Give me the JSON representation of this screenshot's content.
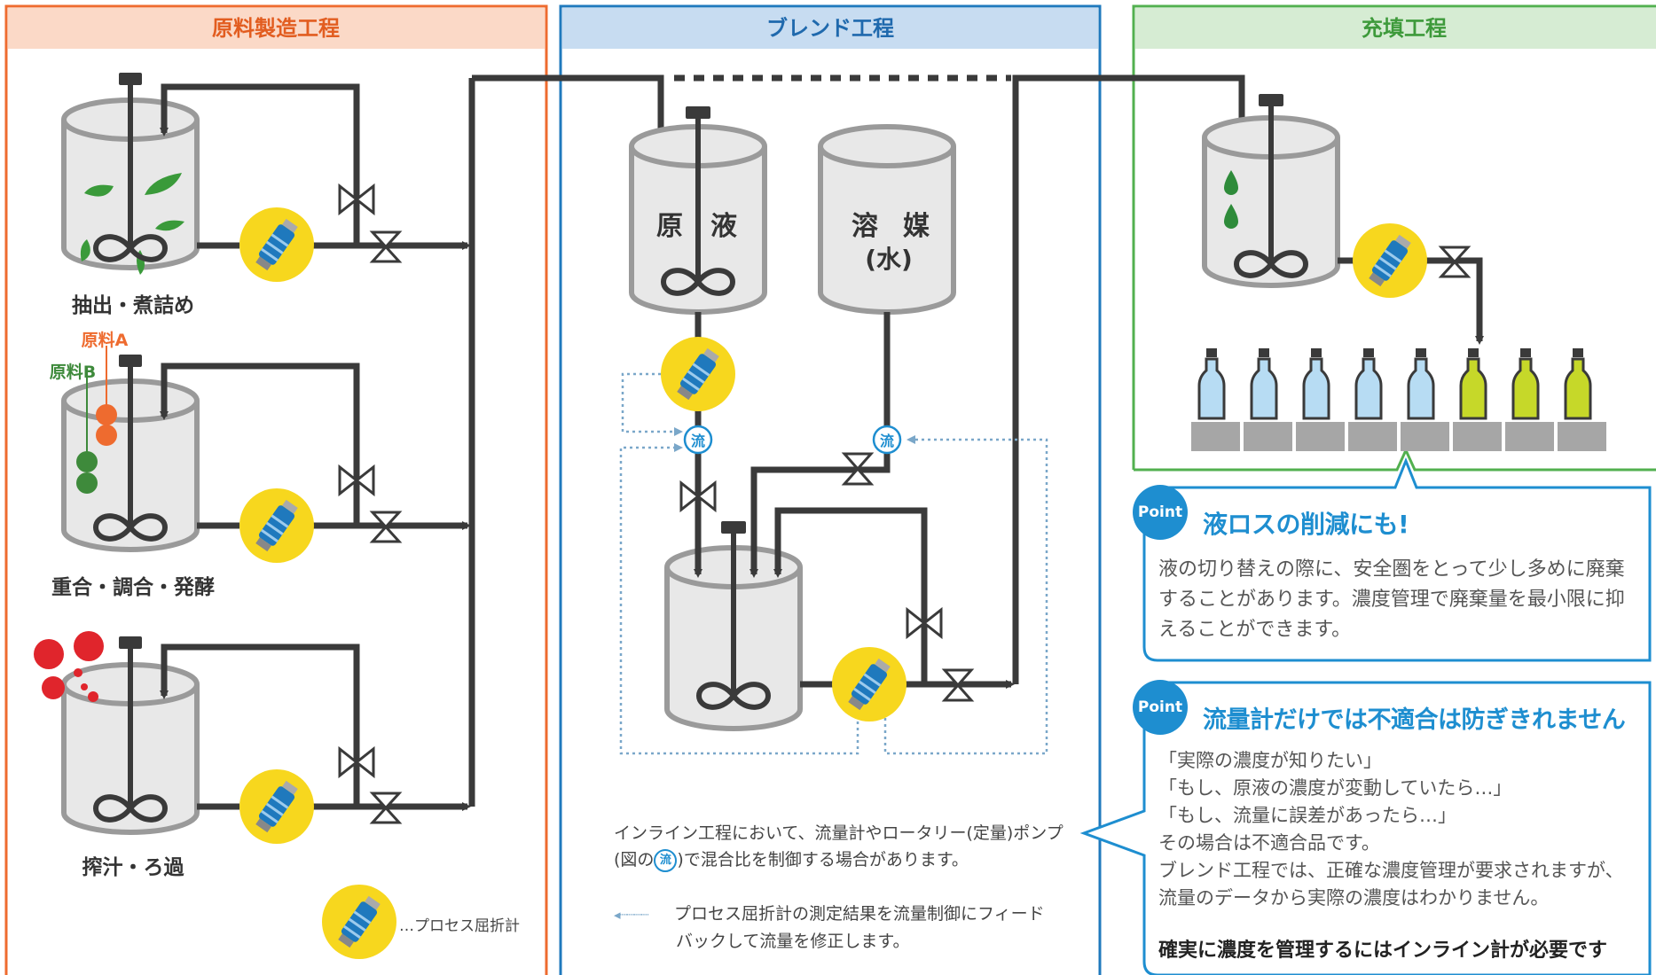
{
  "sections": {
    "raw": "原料製造工程",
    "blend": "ブレンド工程",
    "fill": "充填工程"
  },
  "raw_tanks": {
    "extraction": "抽出・煮詰め",
    "polymerization": "重合・調合・発酵",
    "juicing": "搾汁・ろ過"
  },
  "ingredients": {
    "a": "原料A",
    "b": "原料B"
  },
  "blend_tanks": {
    "stock_1": "原",
    "stock_2": "液",
    "solvent_1": "溶",
    "solvent_2": "媒",
    "solvent_sub": "(水)"
  },
  "flow_symbol": "流",
  "legend": {
    "refractometer": "…プロセス屈折計"
  },
  "notes": {
    "inline_1": "インライン工程において、流量計やロータリー(定量)ポンプ",
    "inline_2a": "(図の",
    "inline_2b": ")で混合比を制御する場合があります。",
    "feedback_1": "プロセス屈折計の測定結果を流量制御にフィード",
    "feedback_2": "バックして流量を修正します。"
  },
  "point1": {
    "badge": "Point",
    "title": "液ロスの削減にも!",
    "lines": [
      "液の切り替えの際に、安全圏をとって少し多めに廃棄",
      "することがあります。濃度管理で廃棄量を最小限に抑",
      "えることができます。"
    ]
  },
  "point2": {
    "badge": "Point",
    "title": "流量計だけでは不適合は防ぎきれません",
    "lines": [
      "「実際の濃度が知りたい」",
      "「もし、原液の濃度が変動していたら…」",
      "「もし、流量に誤差があったら…」",
      "その場合は不適合品です。",
      "ブレンド工程では、正確な濃度管理が要求されますが、",
      "流量のデータから実際の濃度はわかりません。"
    ],
    "conclusion": "確実に濃度を管理するにはインライン計が必要です"
  },
  "colors": {
    "raw_accent": "#ee6b2f",
    "raw_header_bg": "#fbd9c7",
    "blend_accent": "#1f79bd",
    "blend_header_bg": "#c7dcf1",
    "fill_accent": "#52b04f",
    "fill_header_bg": "#d6ecd3",
    "pipe": "#3a3a3a",
    "point_blue": "#1e8ed0",
    "sensor_yellow": "#f7d71e"
  }
}
